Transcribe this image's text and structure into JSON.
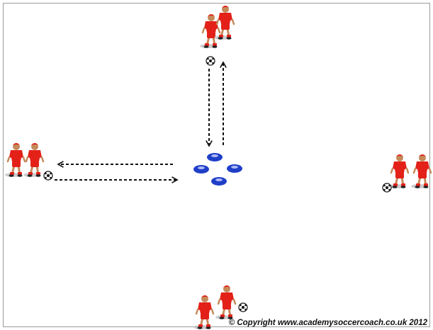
{
  "diagram": {
    "colors": {
      "background": "#ffffff",
      "border": "#9a9a9a",
      "kit": "#e32119",
      "cone": "#1f3fc8",
      "arrow": "#111111"
    },
    "groups": [
      {
        "id": "top",
        "players": 2,
        "ball": true
      },
      {
        "id": "left",
        "players": 2,
        "ball": true
      },
      {
        "id": "right",
        "players": 2,
        "ball": true
      },
      {
        "id": "bottom",
        "players": 2,
        "ball": true
      }
    ],
    "cones": 4,
    "arrows": [
      {
        "id": "left-out",
        "style": "dashed",
        "direction": "to-left-group"
      },
      {
        "id": "left-back",
        "style": "dashed",
        "direction": "to-cones"
      },
      {
        "id": "top-down",
        "style": "dashed",
        "direction": "to-cones"
      },
      {
        "id": "top-up",
        "style": "dashed",
        "direction": "to-top-group"
      }
    ]
  },
  "footer": {
    "copyright": "© Copyright www.academysoccercoach.co.uk 2012"
  }
}
